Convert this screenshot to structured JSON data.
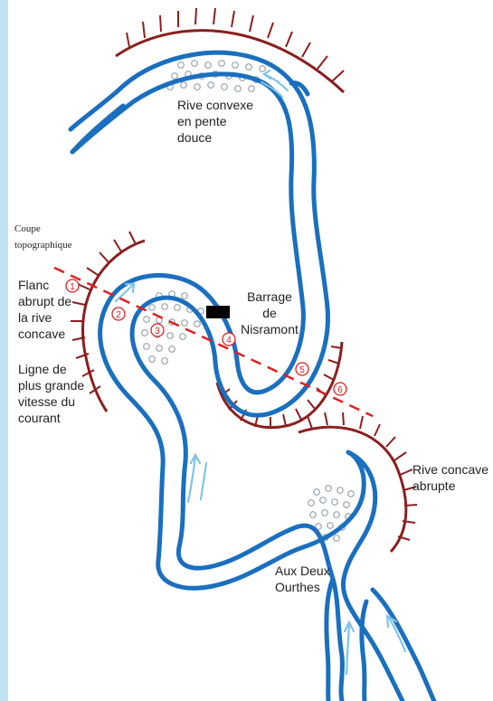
{
  "labels": {
    "rive_convexe": [
      "Rive convexe",
      "en pente",
      "douce"
    ],
    "coupe": [
      "Coupe",
      "topographique"
    ],
    "flanc": [
      "Flanc",
      "abrupt de",
      "la rive",
      "concave"
    ],
    "ligne": [
      "Ligne de",
      "plus grande",
      "vitesse du",
      "courant"
    ],
    "barrage": [
      "Barrage",
      "de",
      "Nisramont"
    ],
    "rive_concave": [
      "Rive concave",
      "abrupte"
    ],
    "aux_deux": [
      "Aux Deux",
      "Ourthes"
    ]
  },
  "markers": [
    "1",
    "2",
    "3",
    "4",
    "5",
    "6"
  ],
  "colors": {
    "river": "#1a6fbf",
    "bank": "#8b1f1f",
    "section_line": "#e02020",
    "current_arrow": "#7ec4e8",
    "deposit": "#9aa4ad",
    "dam": "#000000",
    "left_strip": "#bfe3f2"
  }
}
